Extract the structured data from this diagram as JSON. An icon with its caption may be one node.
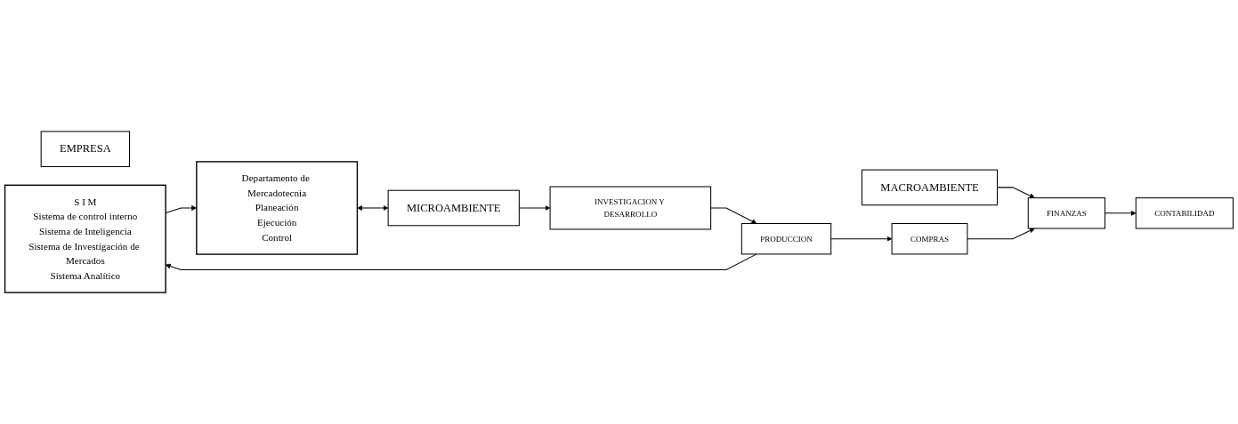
{
  "diagram": {
    "nodes": [
      {
        "text": [
          "MACROAMBIENTE"
        ]
      },
      {
        "text": [
          "FINANZAS"
        ]
      },
      {
        "text": [
          "COMPRAS"
        ]
      },
      {
        "text": [
          "EMPRESA"
        ]
      },
      {
        "text": [
          "CONTABILIDAD"
        ]
      },
      {
        "text": [
          "S I M",
          "Sistema de control interno",
          "Sistema de Inteligencia",
          "Sistema de Investigación de Mercados",
          "Sistema Analítico"
        ]
      },
      {
        "text": [
          "INVESTIGACION Y DESARROLLO"
        ]
      },
      {
        "text": [
          "PRODUCCION"
        ]
      },
      {
        "text": [
          "Departamento de Mercadotecnia",
          "Planeación",
          "Ejecución",
          "Control"
        ]
      },
      {
        "text": [
          "MICROAMBIENTE"
        ]
      }
    ],
    "edges": [
      {
        "from": 0,
        "to": 1,
        "arrow": "to"
      },
      {
        "from": 2,
        "to": 1,
        "arrow": "to"
      },
      {
        "from": 1,
        "to": 4,
        "arrow": "to"
      },
      {
        "from": 6,
        "to": 7,
        "arrow": "to"
      },
      {
        "from": 7,
        "to": 2,
        "arrow": "to"
      },
      {
        "from": 7,
        "to": 5,
        "arrow": "to"
      },
      {
        "from": 9,
        "to": 6,
        "arrow": "to"
      },
      {
        "from": 5,
        "to": 8,
        "arrow": "to"
      },
      {
        "from": 8,
        "to": 9,
        "arrow": "both"
      }
    ]
  }
}
